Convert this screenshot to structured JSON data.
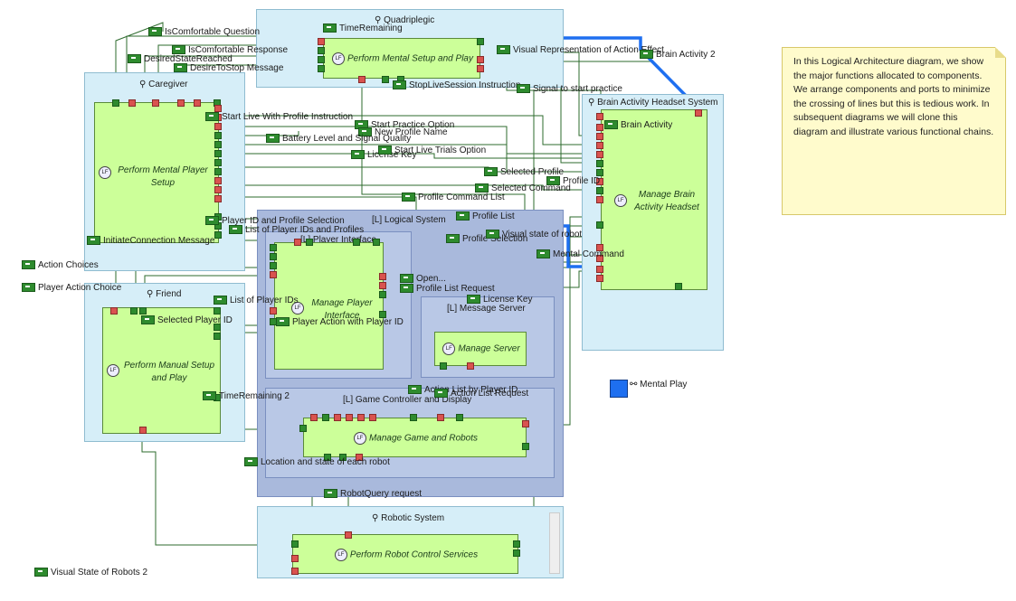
{
  "diagram": {
    "components": {
      "quadriplegic": "Quadriplegic",
      "caregiver": "Caregiver",
      "friend": "Friend",
      "brain_headset": "Brain Activity Headset System",
      "logical_system": "Logical System",
      "player_interface": "Player Interface",
      "message_server": "Message Server",
      "game_controller": "Game Controller and Display",
      "robotic_system": "Robotic System"
    },
    "functions": {
      "mental_setup_play": "Perform Mental Setup and Play",
      "mental_player_setup": "Perform Mental Player Setup",
      "manual_setup_play": "Perform Manual Setup and Play",
      "manage_brain_headset": "Manage Brain Activity Headset",
      "manage_player_interface": "Manage Player Interface",
      "manage_server": "Manage Server",
      "manage_game_robots": "Manage Game and Robots",
      "robot_control": "Perform Robot Control Services"
    },
    "function_badge": "LF",
    "exchanges": [
      "IsComfortable Question",
      "TimeRemaining",
      "IsComfortable Response",
      "DesiredStateReached",
      "DesireToStop Message",
      "Visual Representation of Action Effect",
      "Brain Activity 2",
      "StopLiveSession Instruction",
      "Signal to start practice",
      "Brain Activity",
      "Start Live With Profile Instruction",
      "Start Practice Option",
      "New Profile Name",
      "Battery Level and Signal Quality",
      "License Key",
      "Start Live Trials Option",
      "Selected Profile",
      "Profile ID",
      "Selected Command",
      "Profile Command List",
      "Profile List",
      "Player ID and Profile Selection",
      "List of Player IDs and Profiles",
      "InitiateConnection Message",
      "Profile Selection",
      "Visual state of robot",
      "Mental Command",
      "Action Choices",
      "Player Action Choice",
      "Open...",
      "Profile List Request",
      "List of Player IDs",
      "Selected Player ID",
      "Player Action with Player ID",
      "License Key",
      "Action List by Player ID",
      "Action List Request",
      "TimeRemaining 2",
      "Location and state of each robot",
      "RobotQuery request",
      "Visual State of Robots 2"
    ],
    "note": "In this Logical Architecture diagram, we show the major functions allocated to components. We arrange components and ports to minimize the crossing of lines but this is tedious work. In subsequent diagrams we will clone this diagram and illustrate various functional chains.",
    "legend": {
      "label": "Mental Play",
      "color": "#1e6ff0"
    },
    "colors": {
      "component_fill": "#d6eef8",
      "function_fill": "#ccff99",
      "chain_highlight": "#1e6ff0",
      "note_fill": "#fffbcc"
    }
  }
}
